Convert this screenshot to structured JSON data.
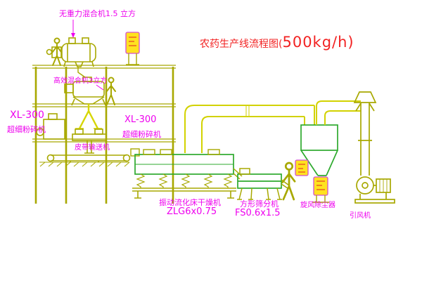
{
  "title": {
    "text": "农药生产线流程图(",
    "capacity": "500kg/h)"
  },
  "labels": {
    "top_mixer": "无重力混合机1.5 立方",
    "mid_mixer": "高效混合机3立方",
    "left_mill_model": "XL-300",
    "left_mill_name": "超细粉碎机",
    "center_mill_model": "XL-300",
    "center_mill_name": "超细粉碎机",
    "belt_conveyor": "皮带输送机",
    "dryer_name": "振动流化床干燥机",
    "dryer_model": "ZLG6x0.75",
    "sieve_name": "方形筛分机",
    "sieve_model": "FS0.6x1.5",
    "cyclone": "旋风除尘器",
    "fan": "引风机"
  },
  "colors": {
    "background": "#ffffff",
    "structure_olive": "#a8a800",
    "duct_yellow": "#d2d200",
    "equipment_green": "#2eaa2e",
    "label_magenta": "#ee00ee",
    "title_red": "#f22222",
    "control_box_fill": "#ffe21f",
    "control_box_border": "#d24fd2",
    "control_box_marks": "#e02020"
  }
}
